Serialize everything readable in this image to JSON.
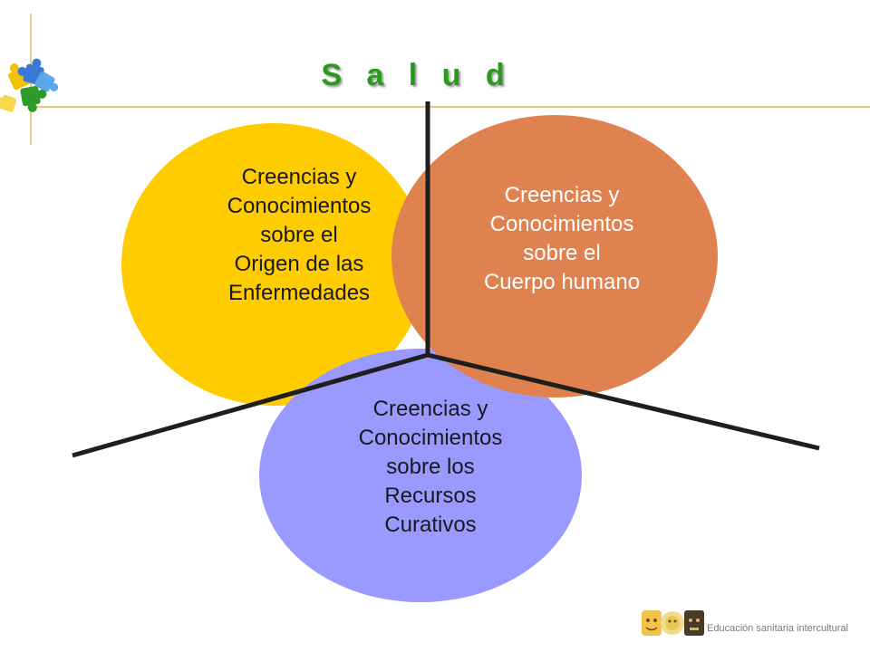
{
  "title": "S a l u d",
  "title_color": "#2a9a1c",
  "circles": {
    "yellow": {
      "lines": [
        "Creencias y",
        "Conocimientos",
        "sobre el",
        "Origen de las",
        "Enfermedades"
      ],
      "color": "#ffcc00"
    },
    "orange": {
      "lines": [
        "Creencias y",
        "Conocimientos",
        "sobre el",
        "Cuerpo humano"
      ],
      "color": "#e08250"
    },
    "blue": {
      "lines": [
        "Creencias y",
        "Conocimientos",
        "sobre los",
        "Recursos",
        "Curativos"
      ],
      "color": "#9999ff"
    }
  },
  "footer": "Educación sanitaria intercultural",
  "decor": {
    "logo": "puzzle-pieces-icon",
    "footer_icons": [
      "face-mask-icon",
      "sun-face-icon",
      "tribal-mask-icon"
    ],
    "rule_color": "#d4a63a"
  }
}
